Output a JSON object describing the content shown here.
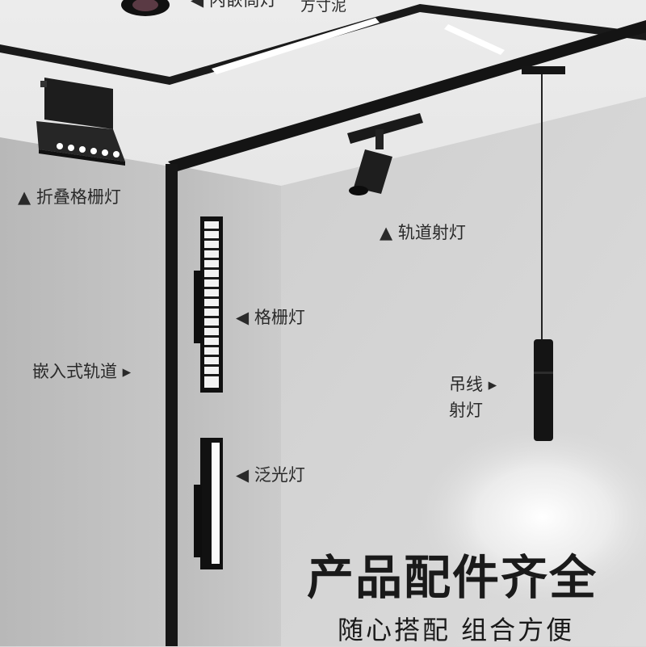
{
  "labels": {
    "recessed_downlight": "◀ 内嵌筒灯",
    "plaster": "方寸泥",
    "folding_grille": "▲ 折叠格栅灯",
    "track_spot": "▲ 轨道射灯",
    "grille": "◀ 格栅灯",
    "embedded_track": "嵌入式轨道 ▸",
    "pendant_line1": "吊线 ▸",
    "pendant_line2": "射灯",
    "flood": "◀ 泛光灯"
  },
  "headline": "产品配件齐全",
  "subline": "随心搭配  组合方便"
}
